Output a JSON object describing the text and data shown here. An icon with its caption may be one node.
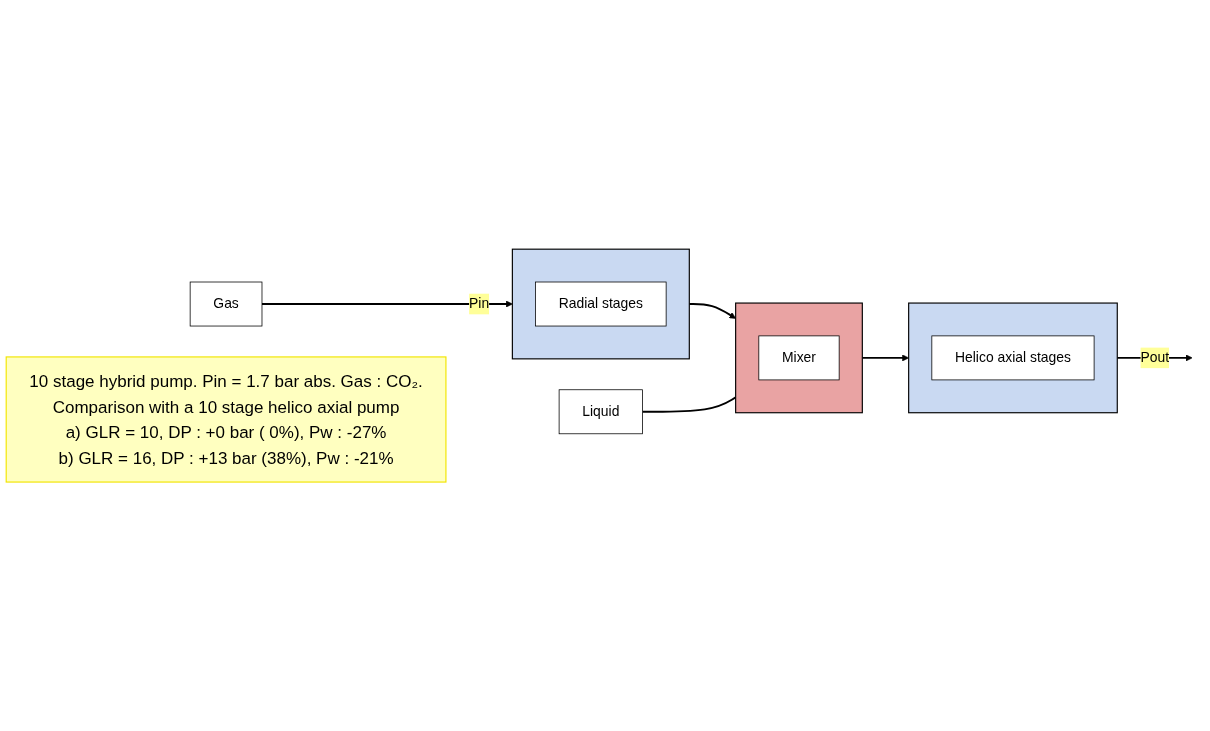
{
  "diagram": {
    "nodes": [
      {
        "text": [
          "Gas"
        ]
      },
      {
        "text": [],
        "shape": "box"
      },
      {
        "text": [
          "Radial stages"
        ],
        "in": 1
      },
      {
        "text": [],
        "shape": "box"
      },
      {
        "text": [
          "Helico axial stages"
        ],
        "in": 3
      },
      {
        "text": [
          "Liquid"
        ]
      },
      {
        "text": [],
        "shape": "box"
      },
      {
        "text": [
          "Mixer"
        ],
        "in": 6
      },
      {
        "text": [
          "10 stage hybrid pump. Pin = 1.7 bar abs. Gas : CO₂.",
          "Comparison with a 10 stage helico axial pump",
          "a) GLR = 10, DP : +0 bar ( 0%), Pw : -27%",
          "b) GLR = 16, DP : +13 bar (38%), Pw : -21%"
        ]
      }
    ],
    "edges": [
      {
        "from": 0,
        "to": 1,
        "arrow": "to",
        "label": "Pin"
      },
      {
        "from": 3,
        "to": null,
        "arrow": "to",
        "label": "Pout"
      },
      {
        "from": 1,
        "to": 6,
        "arrow": "to"
      },
      {
        "from": 5,
        "to": 6,
        "arrow": "none"
      },
      {
        "from": 6,
        "to": 3,
        "arrow": "to"
      }
    ]
  }
}
